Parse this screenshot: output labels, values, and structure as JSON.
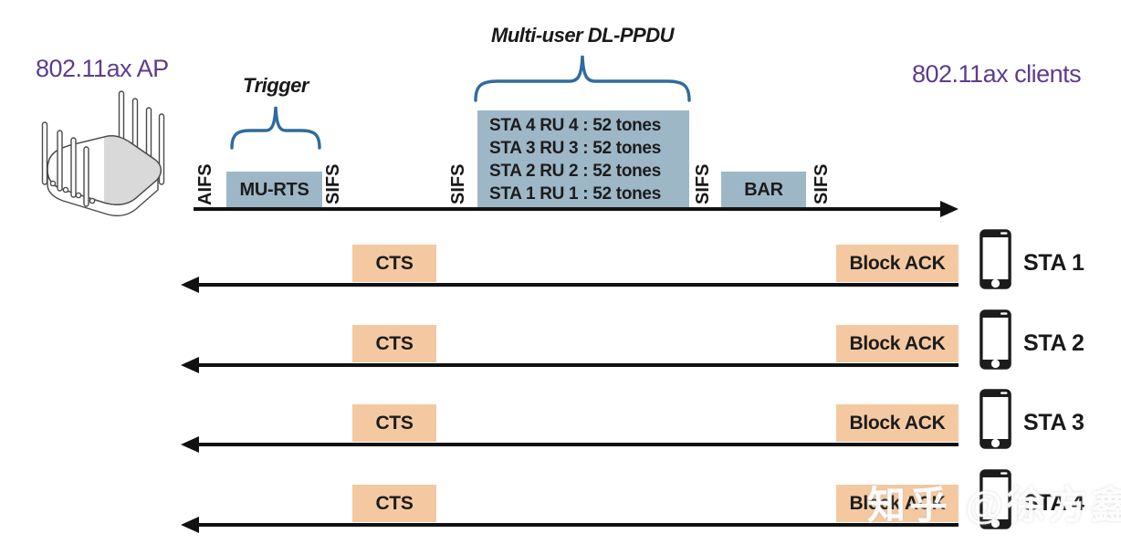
{
  "header": {
    "ap_label": "802.11ax AP",
    "clients_label": "802.11ax clients"
  },
  "annotations": {
    "trigger": "Trigger",
    "mu_dl_ppdu": "Multi-user DL-PPDU"
  },
  "timeline": {
    "aifs": "AIFS",
    "sifs": "SIFS",
    "mu_rts": "MU-RTS",
    "bar": "BAR",
    "ppdu_lines": [
      "STA 4 RU 4 : 52 tones",
      "STA 3 RU 3 : 52 tones",
      "STA 2 RU 2 : 52 tones",
      "STA 1 RU 1 : 52 tones"
    ]
  },
  "rows": [
    {
      "cts": "CTS",
      "block_ack": "Block ACK",
      "sta": "STA 1"
    },
    {
      "cts": "CTS",
      "block_ack": "Block ACK",
      "sta": "STA 2"
    },
    {
      "cts": "CTS",
      "block_ack": "Block ACK",
      "sta": "STA 3"
    },
    {
      "cts": "CTS",
      "block_ack": "Block ACK",
      "sta": "STA 4"
    }
  ],
  "watermark": "知乎 @徐方鑫",
  "colors": {
    "box_blue": "#9db7c7",
    "box_orange": "#f4c9a1",
    "brace_blue": "#2f6b9d",
    "header_purple": "#5c3d8f",
    "line_black": "#111111"
  }
}
